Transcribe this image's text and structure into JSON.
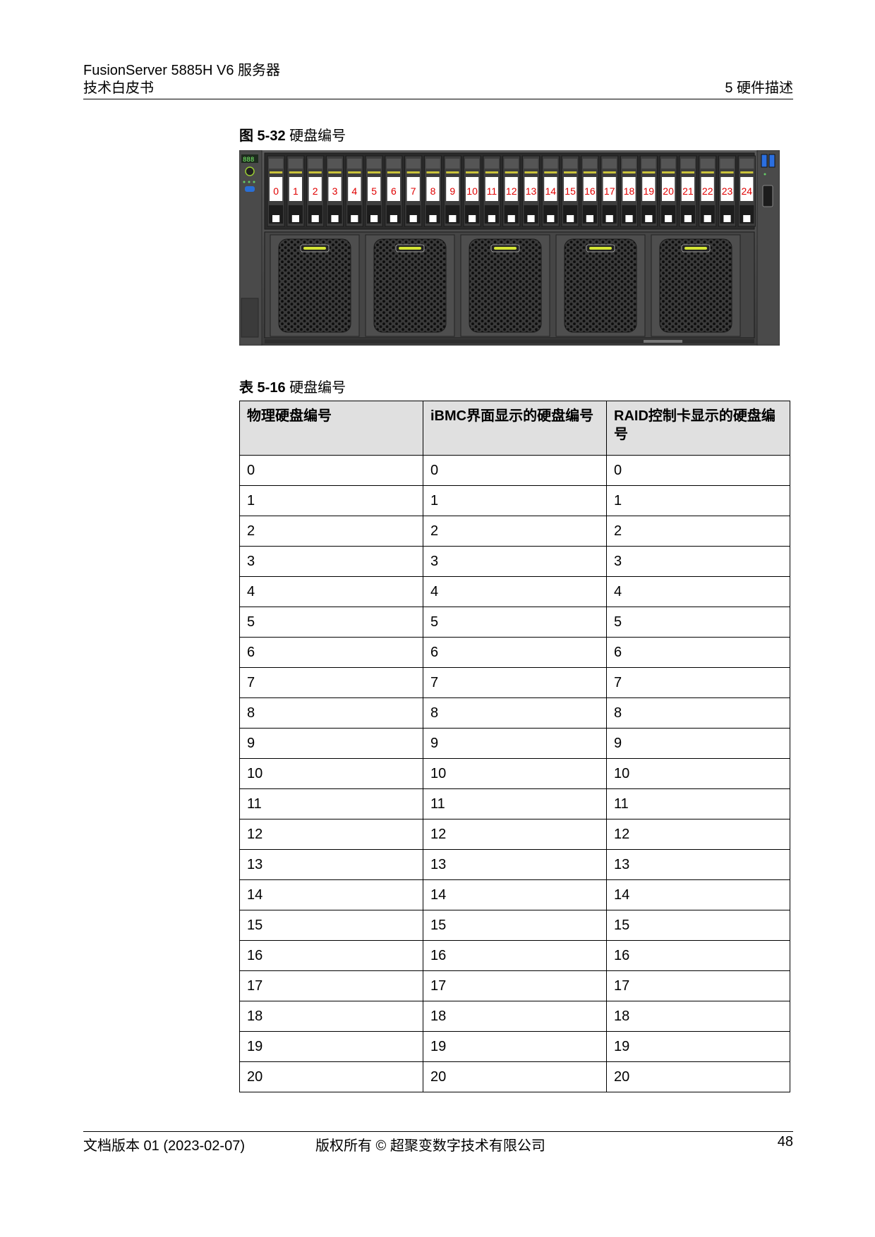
{
  "header": {
    "product": "FusionServer 5885H V6 服务器",
    "doc_type": "技术白皮书",
    "chapter": "5 硬件描述"
  },
  "figure": {
    "label": "图 5-32",
    "title": "硬盘编号",
    "slot_numbers": [
      "0",
      "1",
      "2",
      "3",
      "4",
      "5",
      "6",
      "7",
      "8",
      "9",
      "10",
      "11",
      "12",
      "13",
      "14",
      "15",
      "16",
      "17",
      "18",
      "19",
      "20",
      "21",
      "22",
      "23",
      "24"
    ],
    "slot_label_color": "#e00000"
  },
  "table": {
    "label": "表 5-16",
    "title": "硬盘编号",
    "headers": [
      "物理硬盘编号",
      "iBMC界面显示的硬盘编号",
      "RAID控制卡显示的硬盘编号"
    ],
    "rows": [
      [
        "0",
        "0",
        "0"
      ],
      [
        "1",
        "1",
        "1"
      ],
      [
        "2",
        "2",
        "2"
      ],
      [
        "3",
        "3",
        "3"
      ],
      [
        "4",
        "4",
        "4"
      ],
      [
        "5",
        "5",
        "5"
      ],
      [
        "6",
        "6",
        "6"
      ],
      [
        "7",
        "7",
        "7"
      ],
      [
        "8",
        "8",
        "8"
      ],
      [
        "9",
        "9",
        "9"
      ],
      [
        "10",
        "10",
        "10"
      ],
      [
        "11",
        "11",
        "11"
      ],
      [
        "12",
        "12",
        "12"
      ],
      [
        "13",
        "13",
        "13"
      ],
      [
        "14",
        "14",
        "14"
      ],
      [
        "15",
        "15",
        "15"
      ],
      [
        "16",
        "16",
        "16"
      ],
      [
        "17",
        "17",
        "17"
      ],
      [
        "18",
        "18",
        "18"
      ],
      [
        "19",
        "19",
        "19"
      ],
      [
        "20",
        "20",
        "20"
      ]
    ]
  },
  "footer": {
    "version": "文档版本 01 (2023-02-07)",
    "copyright": "版权所有 © 超聚变数字技术有限公司",
    "page": "48"
  }
}
